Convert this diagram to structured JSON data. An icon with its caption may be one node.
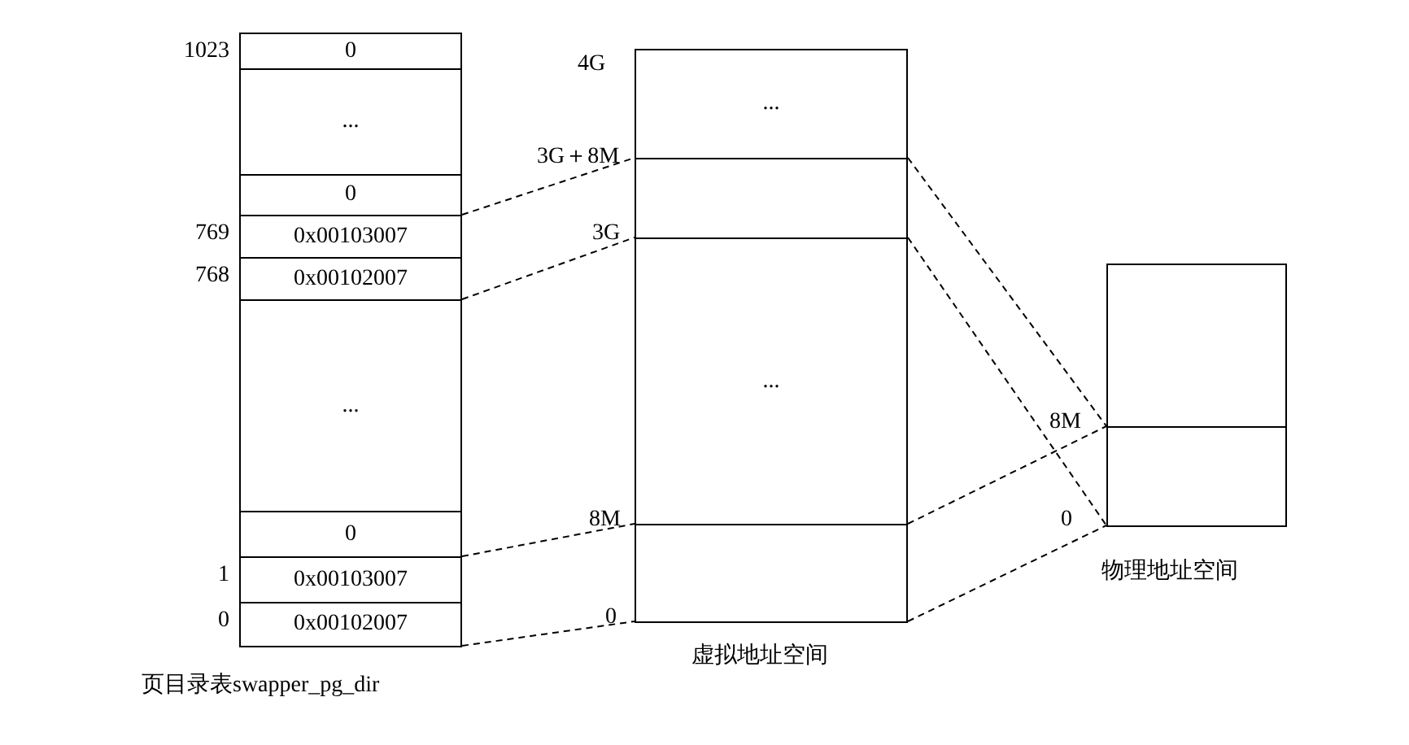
{
  "diagram": {
    "nodes": [
      {
        "text": [
          "页目录表swapper_pg_dir"
        ]
      },
      {
        "text": [
          "0"
        ],
        "in": 0,
        "beside": [
          "1023"
        ]
      },
      {
        "text": [
          "..."
        ],
        "in": 0
      },
      {
        "text": [
          "0"
        ],
        "in": 0
      },
      {
        "text": [
          "0x00103007"
        ],
        "in": 0,
        "beside": [
          "769"
        ]
      },
      {
        "text": [
          "0x00102007"
        ],
        "in": 0,
        "beside": [
          "768"
        ]
      },
      {
        "text": [
          "..."
        ],
        "in": 0
      },
      {
        "text": [
          "0"
        ],
        "in": 0
      },
      {
        "text": [
          "0x00103007"
        ],
        "in": 0,
        "beside": [
          "1"
        ]
      },
      {
        "text": [
          "0x00102007"
        ],
        "in": 0,
        "beside": [
          "0"
        ]
      },
      {
        "text": [
          "虚拟地址空间"
        ]
      },
      {
        "text": [
          "..."
        ],
        "in": 10
      },
      {
        "text": [],
        "shape": "box",
        "in": 10
      },
      {
        "text": [
          "..."
        ],
        "in": 10
      },
      {
        "text": [],
        "shape": "box",
        "in": 10
      },
      {
        "text": [
          "物理地址空间"
        ]
      },
      {
        "text": [],
        "shape": "box",
        "in": 15
      },
      {
        "text": [],
        "shape": "box",
        "in": 15
      }
    ],
    "edges": [
      {
        "from": 4,
        "to": 12,
        "arrow": "none",
        "style": "dashed"
      },
      {
        "from": 5,
        "to": 12,
        "arrow": "none",
        "style": "dashed"
      },
      {
        "from": 8,
        "to": 14,
        "arrow": "none",
        "style": "dashed"
      },
      {
        "from": 9,
        "to": 14,
        "arrow": "none",
        "style": "dashed"
      },
      {
        "from": 12,
        "to": 17,
        "arrow": "none",
        "style": "dashed"
      },
      {
        "from": 12,
        "to": 17,
        "arrow": "none",
        "style": "dashed"
      },
      {
        "from": 14,
        "to": 17,
        "arrow": "none",
        "style": "dashed"
      },
      {
        "from": 14,
        "to": 17,
        "arrow": "none",
        "style": "dashed"
      }
    ],
    "labels": [
      "4G",
      "3G＋8M",
      "3G",
      "8M",
      "0",
      "8M",
      "0"
    ]
  }
}
